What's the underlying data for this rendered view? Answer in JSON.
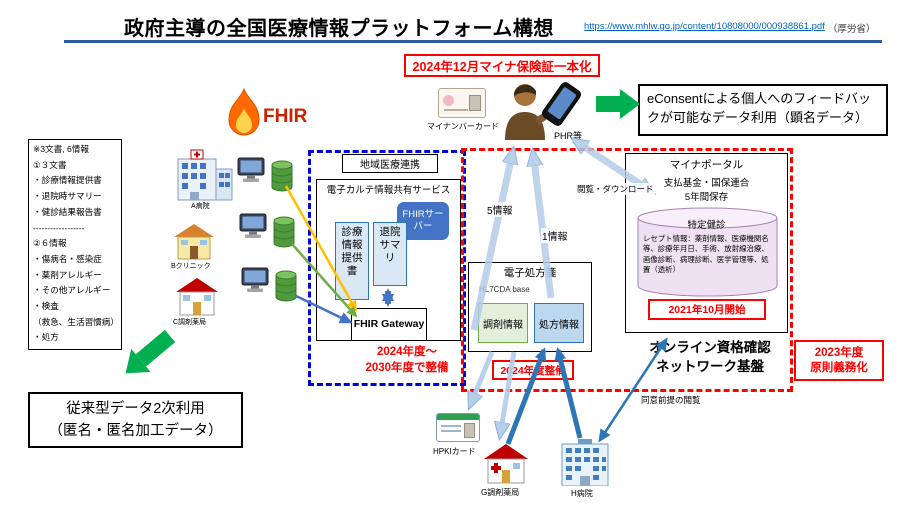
{
  "colors": {
    "title_underline": "#2E5BA8",
    "alert_red": "#FF0000",
    "green_arrow": "#00B050",
    "blue_dashed": "#0000D8",
    "fhir_flame": "#FF6A00",
    "server_blue": "#4472C4"
  },
  "header": {
    "title": "政府主導の全国医療情報プラットフォーム構想",
    "link_text": "https://www.mhlw.go.jp/content/10808000/000938861.pdf",
    "link_note": "（厚労省）"
  },
  "top": {
    "badge": "2024年12月マイナ保険証一本化",
    "mynumber_label": "マイナンバーカード",
    "phr_label": "PHR等",
    "econsent": "eConsentによる個人へのフィードバックが可能なデータ利用（顕名データ）"
  },
  "fhir": {
    "label": "FHIR"
  },
  "left_panel": {
    "lines": [
      "※3文書, 6情報",
      "①３文書",
      "・診療情報提供書",
      "・退院時サマリー",
      "・健診結果報告書",
      "------------------",
      "②６情報",
      "・傷病名・感染症",
      "・薬剤アレルギー",
      "・その他アレルギー",
      "・検査",
      "（救急、生活習慣病）",
      "・処方"
    ]
  },
  "facilities": {
    "hospital_a": "A病院",
    "clinic_b": "Bクリニック",
    "pharmacy_c": "C調剤薬局"
  },
  "regional": {
    "title": "地域医療連携",
    "service_title": "電子カルテ情報共有サービス",
    "fhir_server": "FHIRサーバー",
    "referral_doc": "診療情報提供書",
    "discharge_doc": "退院サマリ",
    "gateway": "FHIR Gateway",
    "schedule_line1": "2024年度～",
    "schedule_line2": "2030年度で整備"
  },
  "eprescription": {
    "title": "電子処方箋",
    "standard": "HL7CDA base",
    "dispensing": "調剤情報",
    "prescription": "処方情報",
    "schedule": "2024年度整備"
  },
  "portal": {
    "title": "マイナポータル",
    "org_line1": "支払基金・国保連合",
    "org_line2": "5年間保存",
    "tokutei": "特定健診",
    "receipt": "レセプト情報：薬剤情報、医療機関名等、診療年月日、手術、放射線治療、画像診断、病理診断、医学管理等、処置（透析）",
    "start_badge": "2021年10月開始"
  },
  "network": {
    "line1": "オンライン資格確認",
    "line2": "ネットワーク基盤"
  },
  "mandate": {
    "line1": "2023年度",
    "line2": "原則義務化"
  },
  "arrow_labels": {
    "five_info": "5情報",
    "one_info": "1情報",
    "view_download": "閲覧・ダウンロード",
    "consent_view": "同意前提の閲覧"
  },
  "bottom": {
    "hpki": "HPKIカード",
    "pharmacy_g": "G調剤薬局",
    "hospital_h": "H病院"
  },
  "secondary_use": {
    "line1": "従来型データ2次利用",
    "line2": "（匿名・匿名加工データ）"
  }
}
